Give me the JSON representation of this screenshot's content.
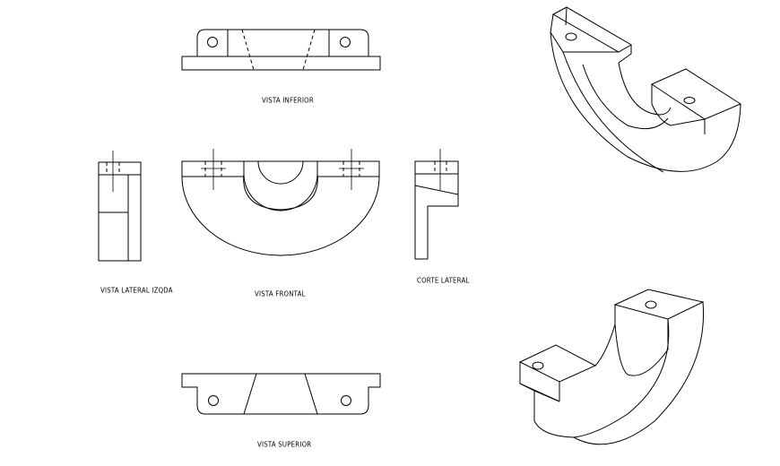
{
  "labels": {
    "vista_inferior": "VISTA INFERIOR",
    "vista_lateral_izqda": "VISTA LATERAL IZQDA",
    "vista_frontal": "VISTA FRONTAL",
    "corte_lateral": "CORTE LATERAL",
    "vista_superior": "VISTA SUPERIOR"
  },
  "colors": {
    "background": "#ffffff",
    "line": "#000000"
  }
}
